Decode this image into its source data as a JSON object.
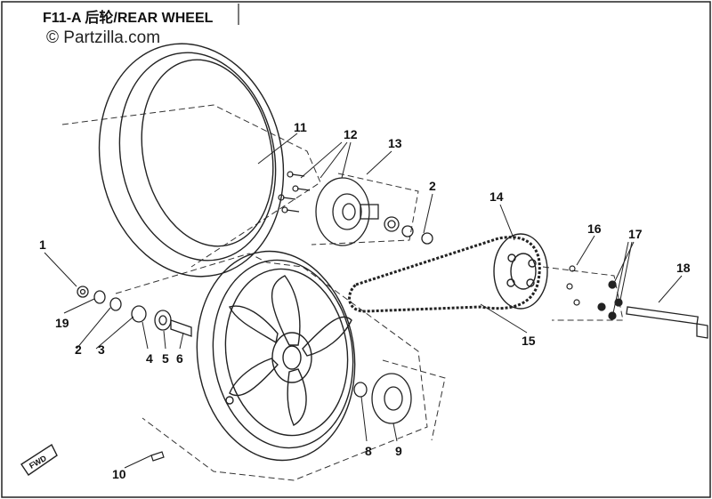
{
  "header": {
    "title": "F11-A  后轮/REAR WHEEL",
    "watermark": "© Partzilla.com"
  },
  "fwd_arrow": {
    "label": "FWD"
  },
  "callouts": [
    {
      "id": "c1",
      "label": "1"
    },
    {
      "id": "c2a",
      "label": "2"
    },
    {
      "id": "c2b",
      "label": "2"
    },
    {
      "id": "c3",
      "label": "3"
    },
    {
      "id": "c4",
      "label": "4"
    },
    {
      "id": "c5",
      "label": "5"
    },
    {
      "id": "c6",
      "label": "6"
    },
    {
      "id": "c8",
      "label": "8"
    },
    {
      "id": "c9",
      "label": "9"
    },
    {
      "id": "c10",
      "label": "10"
    },
    {
      "id": "c11",
      "label": "11"
    },
    {
      "id": "c12",
      "label": "12"
    },
    {
      "id": "c13",
      "label": "13"
    },
    {
      "id": "c14",
      "label": "14"
    },
    {
      "id": "c15",
      "label": "15"
    },
    {
      "id": "c16",
      "label": "16"
    },
    {
      "id": "c17",
      "label": "17"
    },
    {
      "id": "c18",
      "label": "18"
    },
    {
      "id": "c19",
      "label": "19"
    }
  ]
}
